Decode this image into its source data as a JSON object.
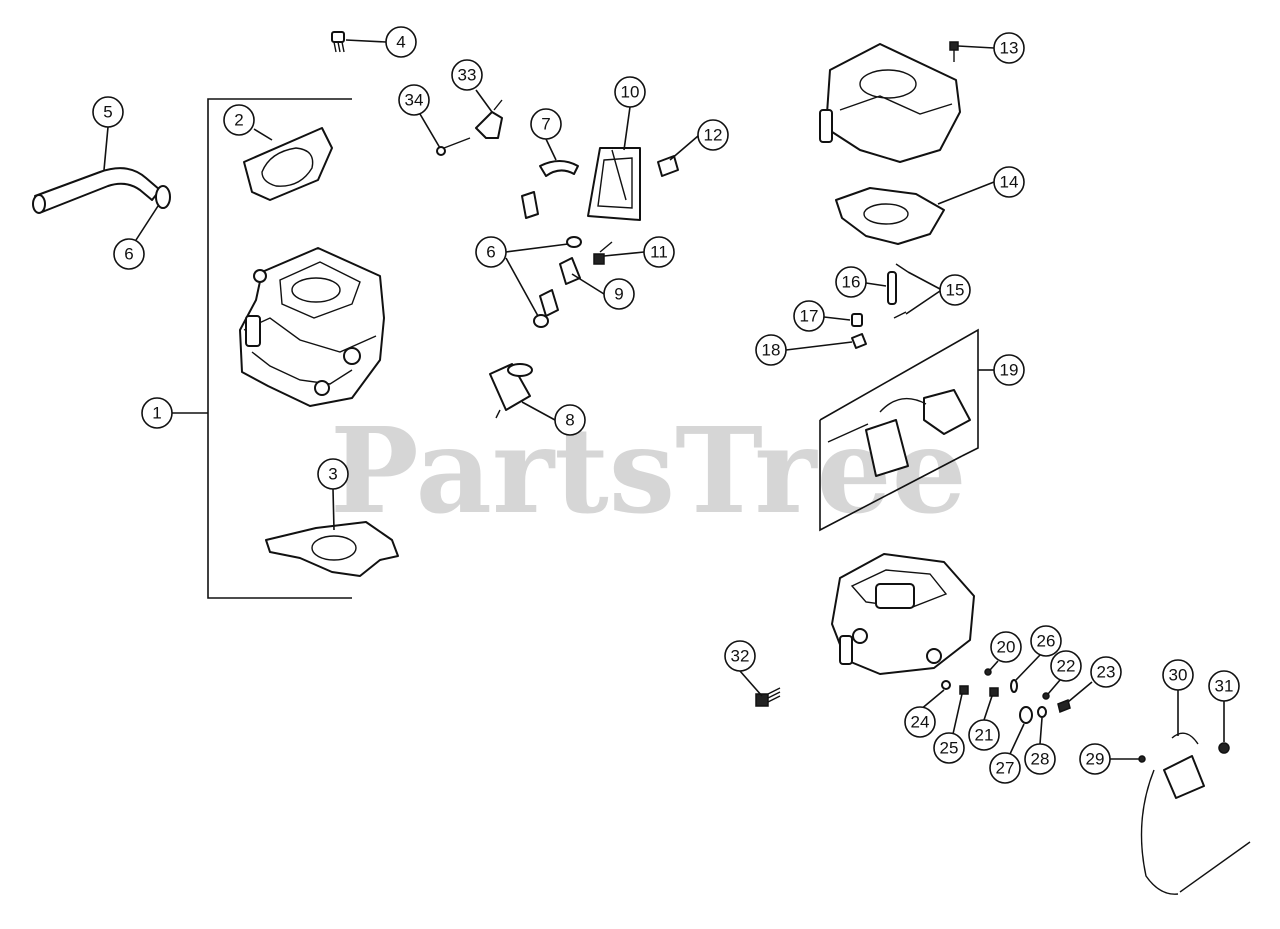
{
  "watermark": "PartsTree",
  "callouts": [
    {
      "id": "c1",
      "label": "1"
    },
    {
      "id": "c2",
      "label": "2"
    },
    {
      "id": "c3",
      "label": "3"
    },
    {
      "id": "c4",
      "label": "4"
    },
    {
      "id": "c5",
      "label": "5"
    },
    {
      "id": "c6a",
      "label": "6"
    },
    {
      "id": "c6b",
      "label": "6"
    },
    {
      "id": "c7",
      "label": "7"
    },
    {
      "id": "c8",
      "label": "8"
    },
    {
      "id": "c9",
      "label": "9"
    },
    {
      "id": "c10",
      "label": "10"
    },
    {
      "id": "c11",
      "label": "11"
    },
    {
      "id": "c12",
      "label": "12"
    },
    {
      "id": "c13",
      "label": "13"
    },
    {
      "id": "c14",
      "label": "14"
    },
    {
      "id": "c15",
      "label": "15"
    },
    {
      "id": "c16",
      "label": "16"
    },
    {
      "id": "c17",
      "label": "17"
    },
    {
      "id": "c18",
      "label": "18"
    },
    {
      "id": "c19",
      "label": "19"
    },
    {
      "id": "c20",
      "label": "20"
    },
    {
      "id": "c21",
      "label": "21"
    },
    {
      "id": "c22",
      "label": "22"
    },
    {
      "id": "c23",
      "label": "23"
    },
    {
      "id": "c24",
      "label": "24"
    },
    {
      "id": "c25",
      "label": "25"
    },
    {
      "id": "c26",
      "label": "26"
    },
    {
      "id": "c27",
      "label": "27"
    },
    {
      "id": "c28",
      "label": "28"
    },
    {
      "id": "c29",
      "label": "29"
    },
    {
      "id": "c30",
      "label": "30"
    },
    {
      "id": "c31",
      "label": "31"
    },
    {
      "id": "c32",
      "label": "32"
    },
    {
      "id": "c33",
      "label": "33"
    },
    {
      "id": "c34",
      "label": "34"
    }
  ]
}
